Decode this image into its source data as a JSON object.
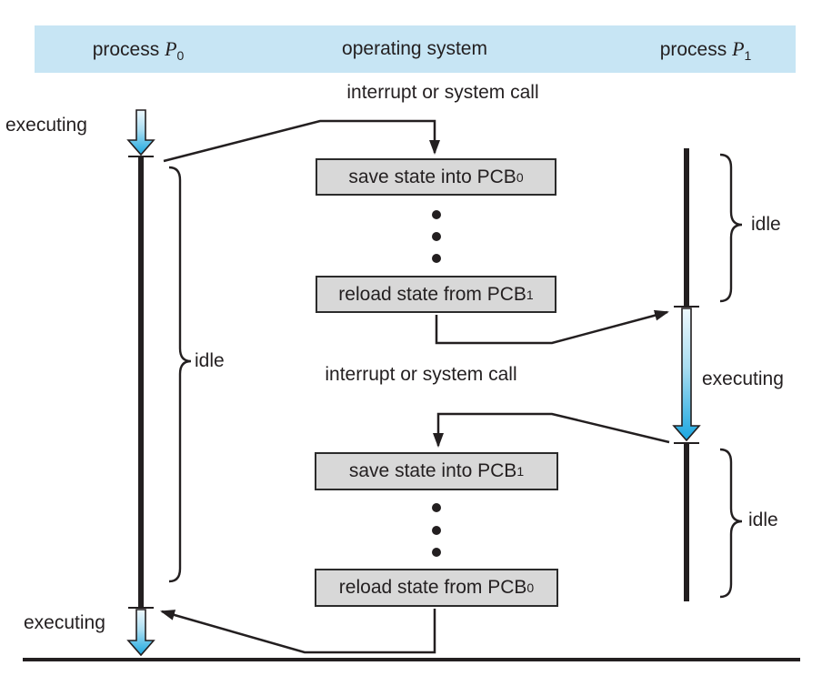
{
  "header": {
    "process0": {
      "prefix": "process ",
      "symbol": "P",
      "sub": "0"
    },
    "os_label": "operating system",
    "process1": {
      "prefix": "process ",
      "symbol": "P",
      "sub": "1"
    }
  },
  "events": {
    "interrupt_top": "interrupt or system call",
    "interrupt_middle": "interrupt or system call"
  },
  "timeline_labels": {
    "p0_executing_top": "executing",
    "p0_idle": "idle",
    "p0_executing_bottom": "executing",
    "p1_idle_top": "idle",
    "p1_executing": "executing",
    "p1_idle_bottom": "idle"
  },
  "os_boxes": [
    {
      "text": "save state into PCB",
      "sub": "0"
    },
    {
      "text": "reload state from PCB",
      "sub": "1"
    },
    {
      "text": "save state into PCB",
      "sub": "1"
    },
    {
      "text": "reload state from PCB",
      "sub": "0"
    }
  ],
  "colors": {
    "header_bg": "#c7e5f4",
    "box_bg": "#d8d8d8",
    "line": "#231f20",
    "arrow_gradient_top": "#eef8fd",
    "arrow_gradient_bottom": "#1ba7e0"
  }
}
